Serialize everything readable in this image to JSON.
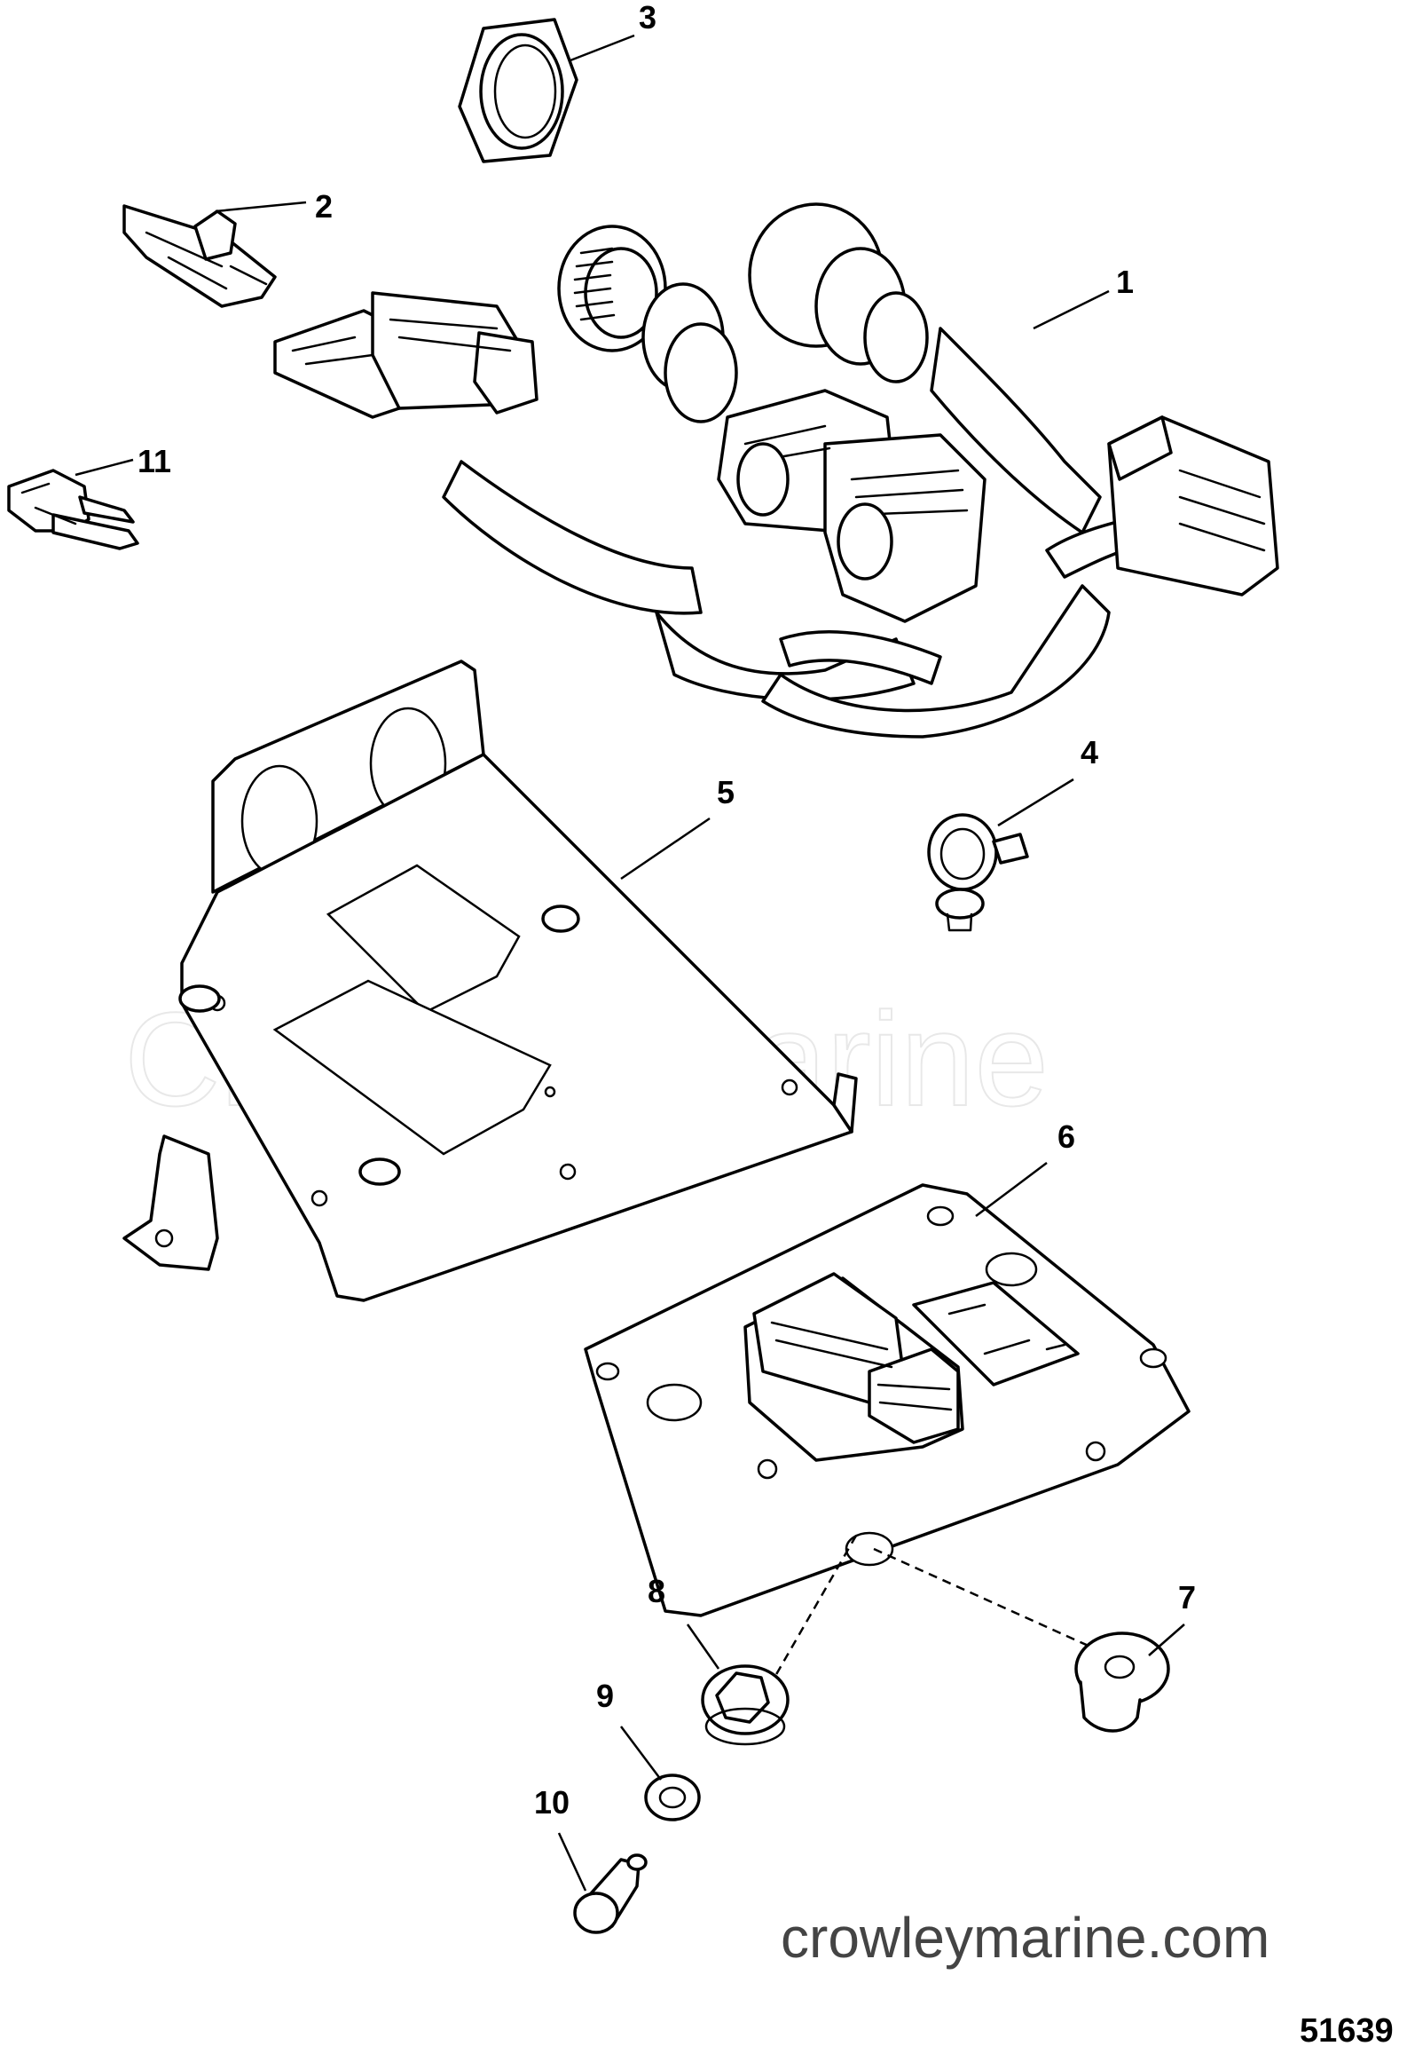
{
  "diagram": {
    "watermark": "Crowley Marine",
    "footer_url": "crowleymarine.com",
    "figure_number": "51639",
    "callouts": {
      "c1": "1",
      "c2": "2",
      "c3": "3",
      "c4": "4",
      "c5": "5",
      "c6": "6",
      "c7": "7",
      "c8": "8",
      "c9": "9",
      "c10": "10",
      "c11": "11"
    }
  }
}
